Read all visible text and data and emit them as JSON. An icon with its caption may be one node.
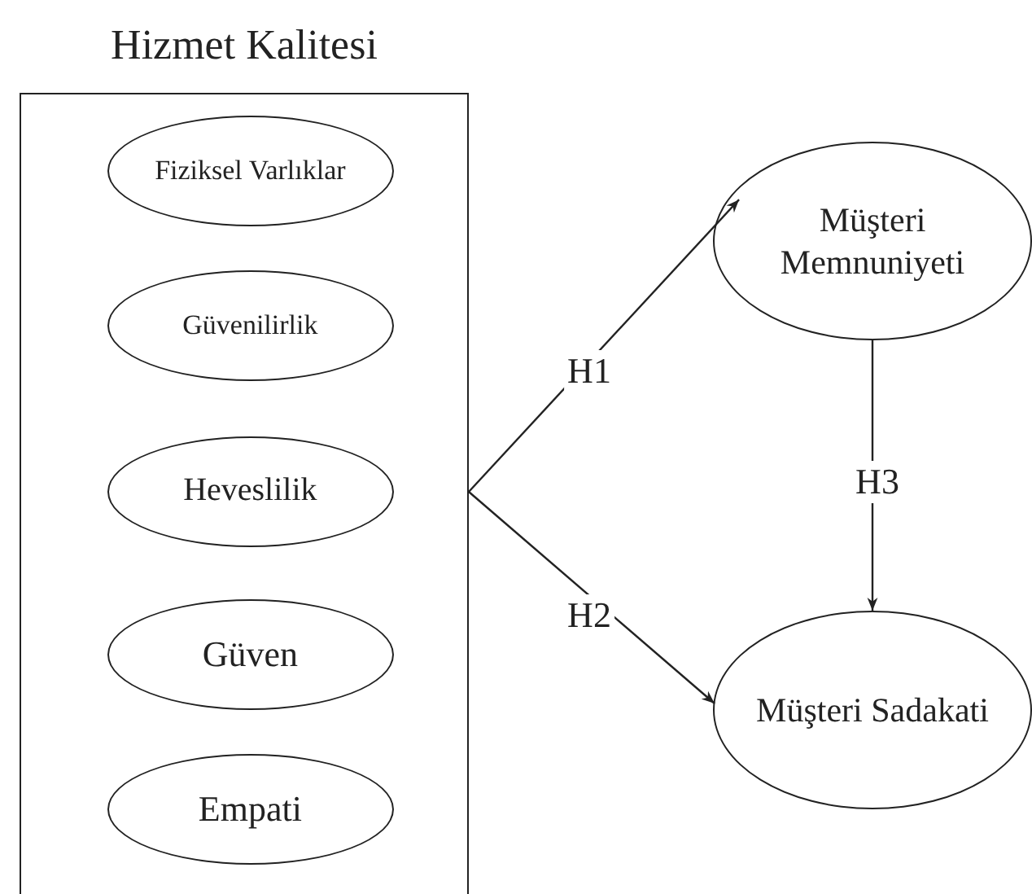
{
  "diagram": {
    "nodes": [
      {
        "text": [
          "Hizmet Kalitesi"
        ]
      },
      {
        "text": [
          "Fiziksel Varlıklar"
        ],
        "in": 0
      },
      {
        "text": [
          "Güvenilirlik"
        ],
        "in": 0
      },
      {
        "text": [
          "Heveslilik"
        ],
        "in": 0
      },
      {
        "text": [
          "Güven"
        ],
        "in": 0
      },
      {
        "text": [
          "Empati"
        ],
        "in": 0
      },
      {
        "text": [
          "Müşteri Memnuniyeti"
        ]
      },
      {
        "text": [
          "Müşteri Sadakati"
        ]
      }
    ],
    "edges": [
      {
        "from": 0,
        "to": 6,
        "arrow": "to",
        "label": "H1"
      },
      {
        "from": 0,
        "to": 7,
        "arrow": "to",
        "label": "H2"
      },
      {
        "from": 6,
        "to": 7,
        "arrow": "to",
        "label": "H3"
      }
    ]
  }
}
